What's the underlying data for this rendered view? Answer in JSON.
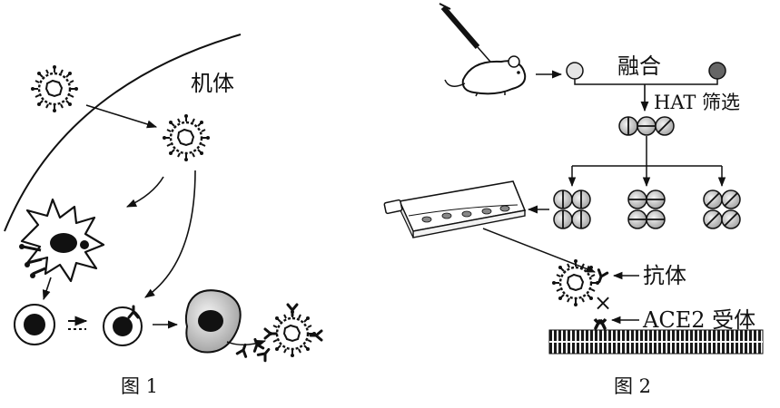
{
  "figure1": {
    "organism_label": "机体",
    "caption": "图 1"
  },
  "figure2": {
    "fusion_label": "融合",
    "screening_label": "HAT 筛选",
    "antibody_label": "抗体",
    "cross_mark": "×",
    "receptor_label": "ACE2 受体",
    "caption": "图 2"
  }
}
